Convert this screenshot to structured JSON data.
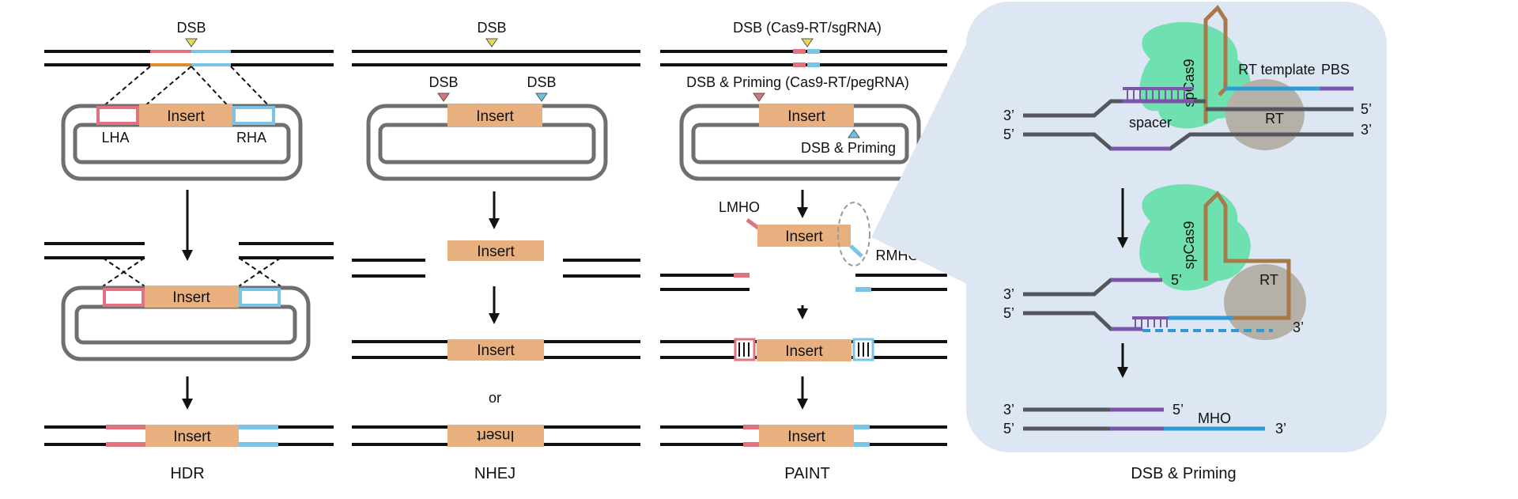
{
  "panels": {
    "hdr": {
      "title": "HDR",
      "dsb_label": "DSB",
      "insert_label": "Insert",
      "lha_label": "LHA",
      "rha_label": "RHA"
    },
    "nhej": {
      "title": "NHEJ",
      "dsb_label": "DSB",
      "dsb_left_label": "DSB",
      "dsb_right_label": "DSB",
      "insert_label": "Insert",
      "or_label": "or",
      "inverted_insert_label": "Insert"
    },
    "paint": {
      "title": "PAINT",
      "dsb_label": "DSB (Cas9-RT/sgRNA)",
      "priming_label": "DSB & Priming (Cas9-RT/pegRNA)",
      "priming_small_label": "DSB & Priming",
      "insert_label": "Insert",
      "lmho_label": "LMHO",
      "rmho_label": "RMHO"
    },
    "detail": {
      "title": "DSB & Priming",
      "spcas9_label": "spCas9",
      "rt_label": "RT",
      "rt_template_label": "RT template",
      "pbs_label": "PBS",
      "spacer_label": "spacer",
      "mho_label": "MHO",
      "three_prime": "3’",
      "five_prime": "5’"
    }
  },
  "colors": {
    "dna": "#111111",
    "lha": "#e0737f",
    "rha": "#7ac4e6",
    "insert": "#e8b07e",
    "orange_strand": "#e08a2a",
    "plasmid": "#6f6f6f",
    "panel_bg": "#dde6f3",
    "cas9": "#6fe0b0",
    "rt": "#b5b0a8",
    "pegrna": "#a87a4a",
    "purple": "#7b56a8",
    "blue": "#2f9bd6",
    "gray_strand": "#54575f",
    "dsb_yellow": "#e8d85a",
    "dsb_red": "#e07276",
    "dsb_blue": "#6fc0e6"
  }
}
